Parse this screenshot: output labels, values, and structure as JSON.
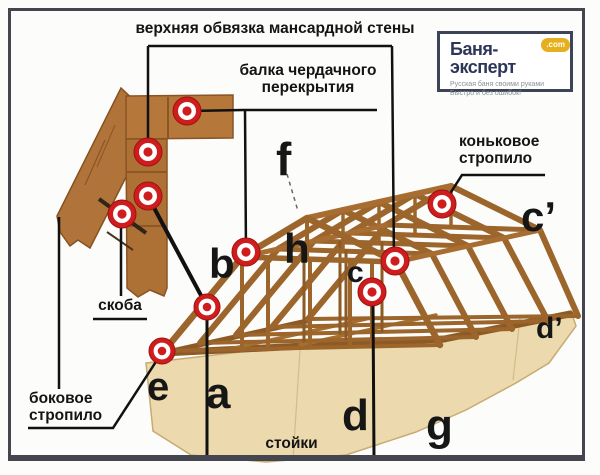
{
  "logo": {
    "brand": "Баня-эксперт",
    "tld": ".com",
    "tagline_line1": "Русская баня своими руками",
    "tagline_line2": "Быстро и без ошибок!"
  },
  "labels": {
    "top_plate": "верхняя обвязка мансардной стены",
    "attic_beam": [
      "балка чердачного",
      "перекрытия"
    ],
    "ridge_rafter": [
      "коньковое",
      "стропило"
    ],
    "clamp": "скоба",
    "side_rafter": [
      "боковое",
      "стропило"
    ],
    "posts": "стойки"
  },
  "letters": {
    "f": "f",
    "b": "b",
    "h": "h",
    "c": "c",
    "c_prime": "c’",
    "d_prime": "d’",
    "e": "e",
    "a": "a",
    "d": "d",
    "g": "g"
  },
  "colors": {
    "marker_red": "#cf1d1d",
    "marker_red_edge": "#9e1111",
    "wood": "#9c652c",
    "wood_dark": "#7a4d20",
    "inset_wood": "#b0743a",
    "slab": "#ecd9ad",
    "annotation_black": "#111111",
    "frame_border": "#45454f",
    "logo_navy": "#2c3658",
    "logo_badge_yellow": "#e6af1e"
  }
}
